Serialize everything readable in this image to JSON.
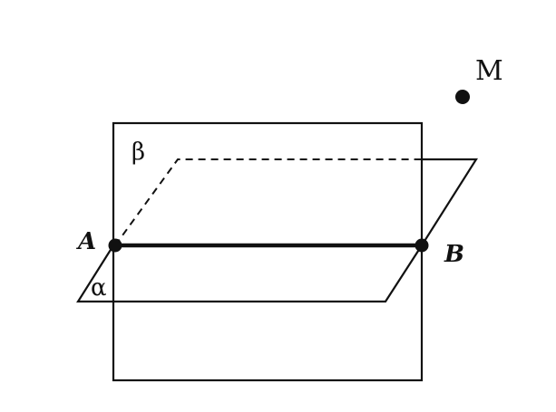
{
  "diagram": {
    "labels": {
      "point_a": "A",
      "point_b": "B",
      "point_m": "M",
      "plane_alpha": "α",
      "plane_beta": "β"
    },
    "colors": {
      "ink": "#111111",
      "background": "#ffffff"
    }
  }
}
